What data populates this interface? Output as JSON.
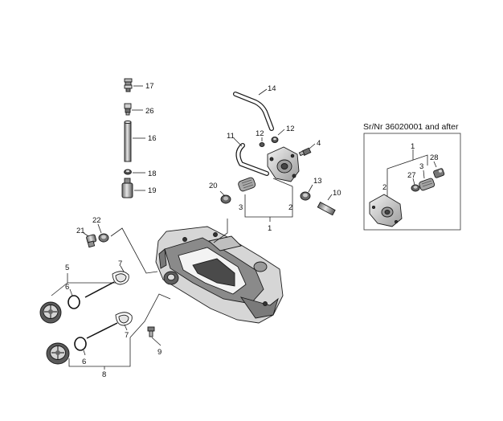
{
  "inset": {
    "caption": "Sr/Nr 36020001 and after",
    "labels": {
      "p1": "1",
      "p2": "2",
      "p3": "3",
      "p27": "27",
      "p28": "28"
    }
  },
  "callouts": {
    "p17": "17",
    "p26": "26",
    "p16": "16",
    "p18": "18",
    "p19": "19",
    "p14": "14",
    "p11": "11",
    "p12a": "12",
    "p12b": "12",
    "p4": "4",
    "p13": "13",
    "p10": "10",
    "p20": "20",
    "p3": "3",
    "p2": "2",
    "p1": "1",
    "p21": "21",
    "p22": "22",
    "p5": "5",
    "p6a": "6",
    "p7a": "7",
    "p6b": "6",
    "p7b": "7",
    "p8": "8",
    "p9": "9"
  },
  "colors": {
    "line": "#222222",
    "fill_light": "#d9d9d9",
    "fill_mid": "#a8a8a8",
    "fill_dark": "#5a5a5a"
  }
}
